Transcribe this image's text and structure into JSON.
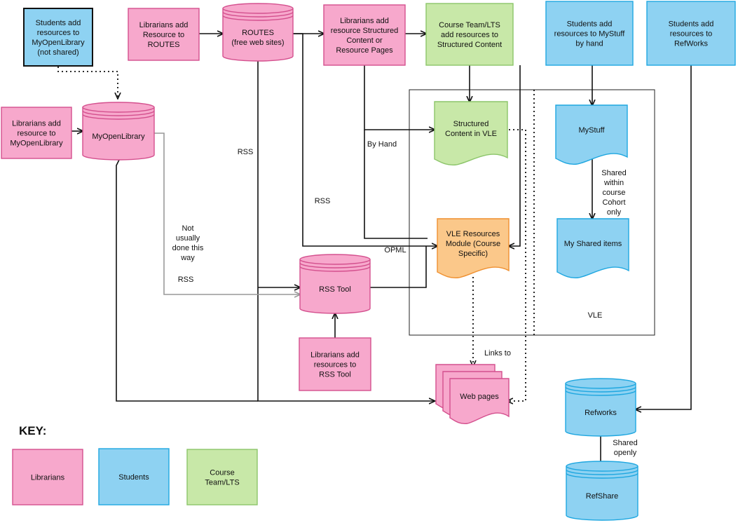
{
  "colors": {
    "librarians_fill": "#f7a8cc",
    "librarians_stroke": "#d4508e",
    "students_fill": "#8ed2f2",
    "students_stroke": "#1fa7e0",
    "course_fill": "#c8e8a8",
    "course_stroke": "#8cc56a",
    "vle_fill": "#fbc88a",
    "vle_stroke": "#ef9030",
    "arrow": "#111111",
    "grey_arrow": "#999999"
  },
  "nodes": {
    "students_myopenlibrary": [
      "Students add",
      "resources to",
      "MyOpenLibrary",
      "(not shared)"
    ],
    "librarians_add_routes": [
      "Librarians add",
      "Resource to",
      "ROUTES"
    ],
    "routes": [
      "ROUTES",
      "(free web sites)"
    ],
    "librarians_structured": [
      "Librarians add",
      "resource Structured",
      "Content or",
      "Resource Pages"
    ],
    "course_team_structured": [
      "Course Team/LTS",
      "add resources to",
      "Structured Content"
    ],
    "students_mystuff": [
      "Students add",
      "resources to MyStuff",
      "by hand"
    ],
    "students_refworks": [
      "Students add",
      "resources to",
      "RefWorks"
    ],
    "librarians_add_myopenlibrary": [
      "Librarians add",
      "resource to",
      "MyOpenLibrary"
    ],
    "myopenlibrary": [
      "MyOpenLibrary"
    ],
    "structured_content_vle": [
      "Structured",
      "Content in VLE"
    ],
    "mystuff": [
      "MyStuff"
    ],
    "vle_resources_module": [
      "VLE Resources",
      "Module (Course",
      "Specific)"
    ],
    "my_shared_items": [
      "My Shared items"
    ],
    "rss_tool": [
      "RSS Tool"
    ],
    "librarians_add_rss": [
      "Librarians add",
      "resources to",
      "RSS Tool"
    ],
    "web_pages": [
      "Web pages"
    ],
    "refworks": [
      "Refworks"
    ],
    "refshare": [
      "RefShare"
    ]
  },
  "edge_labels": {
    "rss_1": [
      "RSS"
    ],
    "rss_2": [
      "RSS"
    ],
    "by_hand": [
      "By Hand"
    ],
    "opml": [
      "OPML"
    ],
    "not_usually": [
      "Not",
      "usually",
      "done this",
      "way"
    ],
    "rss_grey": [
      "RSS"
    ],
    "shared_cohort": [
      "Shared",
      "within",
      "course",
      "Cohort",
      "only"
    ],
    "links_to": [
      "Links to"
    ],
    "shared_openly": [
      "Shared",
      "openly"
    ],
    "vle_label": [
      "VLE"
    ]
  },
  "key": {
    "title": "KEY:",
    "librarians": [
      "Librarians"
    ],
    "students": [
      "Students"
    ],
    "course_team": [
      "Course",
      "Team/LTS"
    ]
  }
}
